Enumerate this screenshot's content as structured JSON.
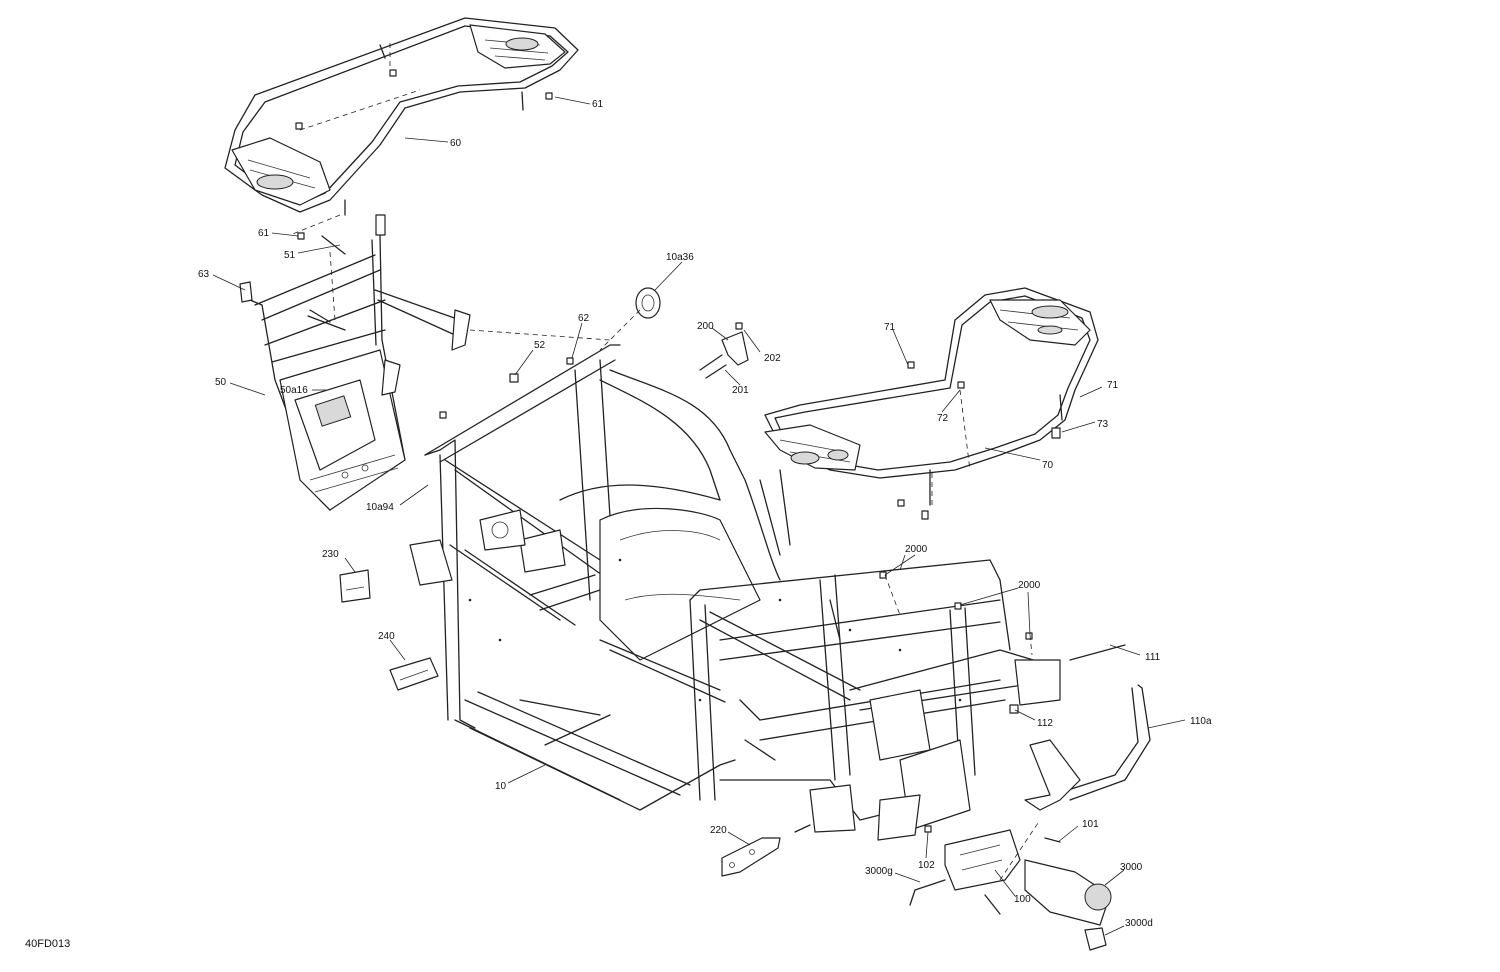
{
  "drawing_code": "40FD013",
  "callouts": [
    {
      "id": "c60",
      "text": "60"
    },
    {
      "id": "c61a",
      "text": "61"
    },
    {
      "id": "c61b",
      "text": "61"
    },
    {
      "id": "c51",
      "text": "51"
    },
    {
      "id": "c63",
      "text": "63"
    },
    {
      "id": "c50",
      "text": "50"
    },
    {
      "id": "c50a16",
      "text": "50a16"
    },
    {
      "id": "c10a94",
      "text": "10a94"
    },
    {
      "id": "c52",
      "text": "52"
    },
    {
      "id": "c62",
      "text": "62"
    },
    {
      "id": "c10a36",
      "text": "10a36"
    },
    {
      "id": "c200",
      "text": "200"
    },
    {
      "id": "c201",
      "text": "201"
    },
    {
      "id": "c202",
      "text": "202"
    },
    {
      "id": "c71a",
      "text": "71"
    },
    {
      "id": "c71b",
      "text": "71"
    },
    {
      "id": "c72",
      "text": "72"
    },
    {
      "id": "c73",
      "text": "73"
    },
    {
      "id": "c70",
      "text": "70"
    },
    {
      "id": "c2000a",
      "text": "2000"
    },
    {
      "id": "c2000b",
      "text": "2000"
    },
    {
      "id": "c230",
      "text": "230"
    },
    {
      "id": "c240",
      "text": "240"
    },
    {
      "id": "c111",
      "text": "111"
    },
    {
      "id": "c112",
      "text": "112"
    },
    {
      "id": "c110a",
      "text": "110a"
    },
    {
      "id": "c10",
      "text": "10"
    },
    {
      "id": "c220",
      "text": "220"
    },
    {
      "id": "c101",
      "text": "101"
    },
    {
      "id": "c102",
      "text": "102"
    },
    {
      "id": "c100",
      "text": "100"
    },
    {
      "id": "c3000",
      "text": "3000"
    },
    {
      "id": "c3000g",
      "text": "3000g"
    },
    {
      "id": "c3000d",
      "text": "3000d"
    }
  ]
}
